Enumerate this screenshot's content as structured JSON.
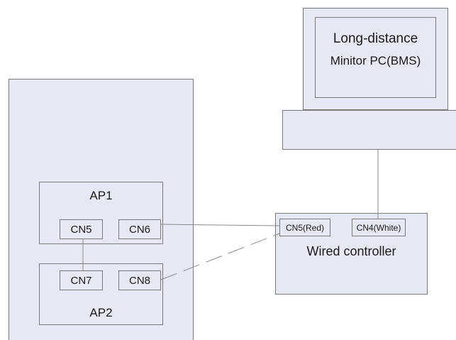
{
  "monitor": {
    "line1": "Long-distance",
    "line2": "Minitor PC(BMS)"
  },
  "ap1": {
    "title": "AP1",
    "port_left": "CN5",
    "port_right": "CN6"
  },
  "ap2": {
    "title": "AP2",
    "port_left": "CN7",
    "port_right": "CN8"
  },
  "wired_controller": {
    "title": "Wired controller",
    "port_red": "CN5(Red)",
    "port_white": "CN4(White)"
  },
  "colors": {
    "fill": "#e6e9f3",
    "border": "#7a7a7a",
    "wire": "#8a8a8a"
  }
}
